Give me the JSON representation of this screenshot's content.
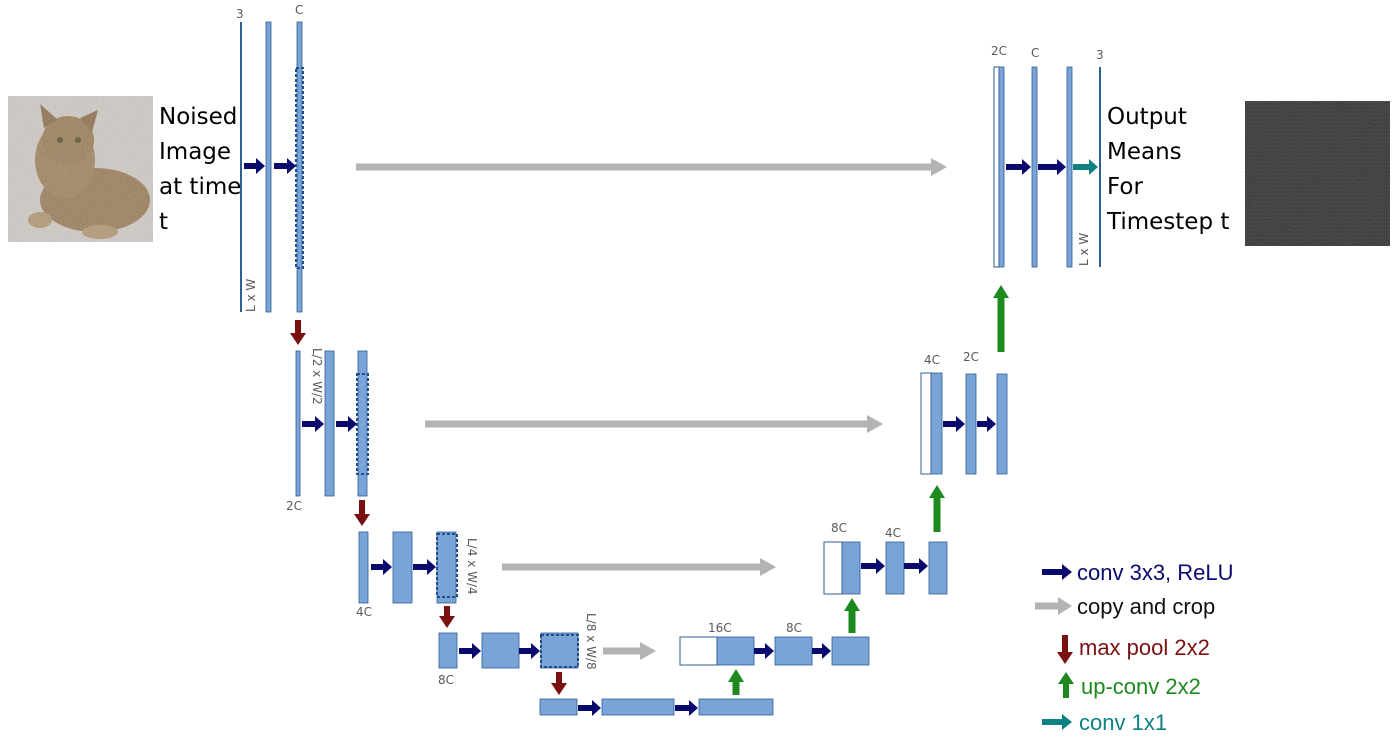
{
  "colors": {
    "block_fill": "#7aa3d8",
    "block_stroke": "#2e5e94",
    "conv": "#0a0a6e",
    "copy": "#b3b3b3",
    "pool": "#7a1010",
    "upconv": "#1e8a1e",
    "conv1x1": "#0e8282",
    "text_gray": "#595959"
  },
  "input": {
    "lines": [
      "Noised",
      "Image",
      "at time",
      "t"
    ],
    "image": "noisy-cat-photo"
  },
  "output": {
    "lines": [
      "Output",
      "Means",
      "For",
      "Timestep t"
    ],
    "image": "noise-output-square"
  },
  "labels": {
    "c3_in": "3",
    "c_lvl1": "C",
    "res_lvl1": "L x W",
    "res_lvl2": "L/2 x W/2",
    "c_lvl2": "2C",
    "res_lvl3": "L/4 x W/4",
    "c_lvl3": "4C",
    "res_lvl4": "L/8 x W/8",
    "c_lvl4": "8C",
    "c_bottom": "16C",
    "c_dec4": "8C",
    "c_dec3_cat": "8C",
    "c_dec3_out": "4C",
    "c_dec2_cat": "4C",
    "c_dec2_out": "2C",
    "c_dec1_cat": "2C",
    "c_dec1_out": "C",
    "c_out": "3",
    "res_out": "L x W"
  },
  "legend": {
    "conv": "conv 3x3, ReLU",
    "copy": "copy and crop",
    "pool": "max pool 2x2",
    "upconv": "up-conv 2x2",
    "conv1x1": "conv 1x1"
  }
}
